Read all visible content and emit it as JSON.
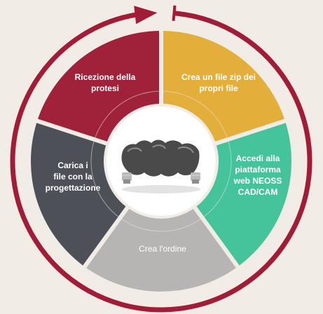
{
  "diagram": {
    "type": "cycle",
    "colors": {
      "background": "#f1ede6",
      "arrow": "#a31c37",
      "center_disc": "#ffffff",
      "ring_line": "#e9e5df"
    },
    "segments": [
      {
        "id": "ricezione",
        "color": "#a0213a",
        "lines": [
          "Ricezione della",
          "protesi"
        ],
        "bold": true
      },
      {
        "id": "crea-zip",
        "color": "#e3ae3a",
        "lines": [
          "Crea un file zip dei",
          "propri file"
        ],
        "bold": true
      },
      {
        "id": "accedi",
        "color": "#45c49b",
        "lines": [
          "Accedi alla",
          "piattaforma",
          "web NEOSS",
          "CAD/CAM"
        ],
        "bold": true
      },
      {
        "id": "crea-ordine",
        "color": "#b7b5b3",
        "lines": [
          "Crea l'ordine"
        ],
        "bold": false
      },
      {
        "id": "carica",
        "color": "#4d5157",
        "lines": [
          "Carica i",
          "file con la",
          "progettazione"
        ],
        "bold": true
      }
    ],
    "center_image": "dental-bridge-prosthesis"
  }
}
